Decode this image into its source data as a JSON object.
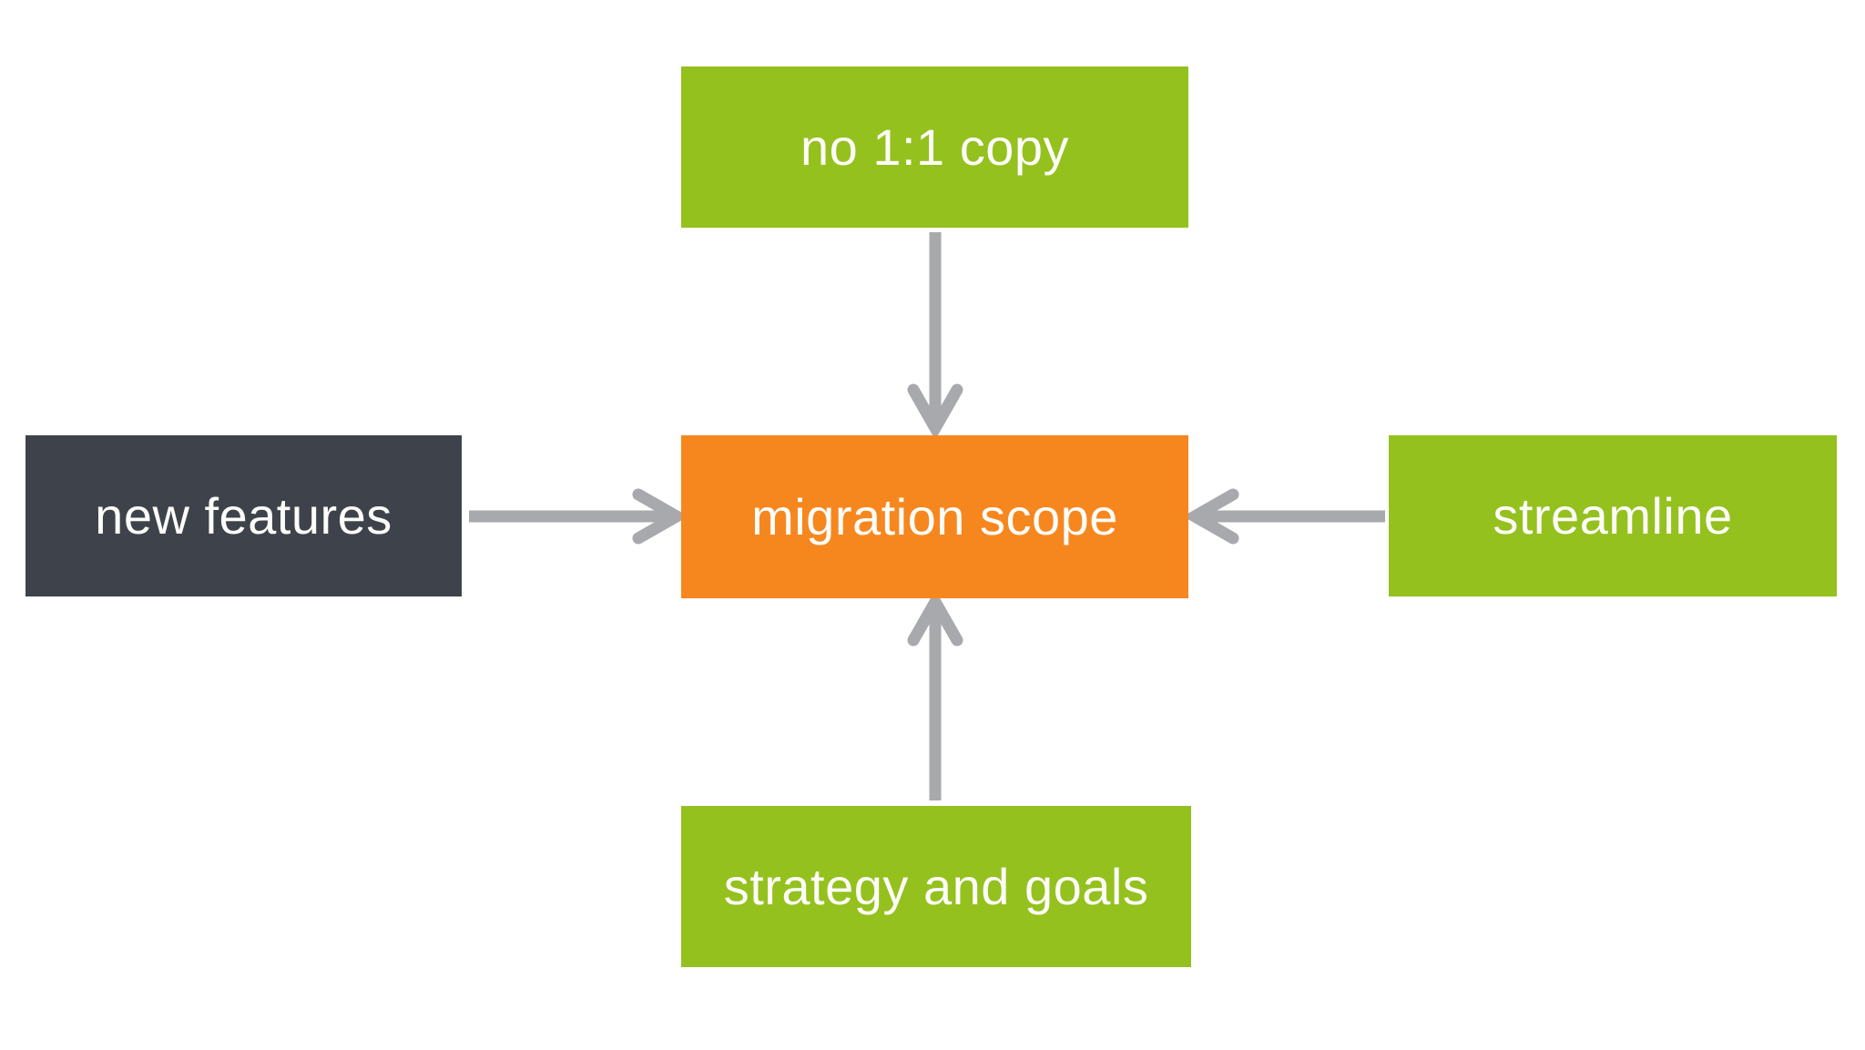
{
  "diagram": {
    "type": "flowchart",
    "colors": {
      "green": "#94c11e",
      "orange": "#f6871f",
      "dark": "#3e434b",
      "arrow": "#a7a9ac",
      "label": "#fcfcf8",
      "background": "#ffffff"
    },
    "nodes": {
      "top": {
        "label": "no 1:1 copy",
        "fill": "green"
      },
      "left": {
        "label": "new features",
        "fill": "dark"
      },
      "center": {
        "label": "migration scope",
        "fill": "orange"
      },
      "right": {
        "label": "streamline",
        "fill": "green"
      },
      "bottom": {
        "label": "strategy and goals",
        "fill": "green"
      }
    },
    "edges": [
      {
        "from": "no 1:1 copy",
        "to": "migration scope",
        "direction": "down"
      },
      {
        "from": "new features",
        "to": "migration scope",
        "direction": "right"
      },
      {
        "from": "streamline",
        "to": "migration scope",
        "direction": "left"
      },
      {
        "from": "strategy and goals",
        "to": "migration scope",
        "direction": "up"
      }
    ]
  }
}
